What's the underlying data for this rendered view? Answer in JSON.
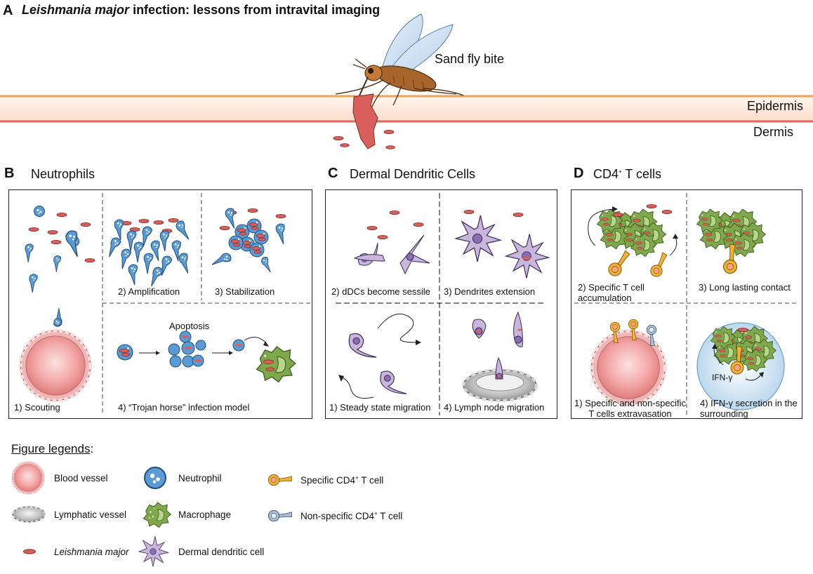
{
  "panel_a": {
    "letter": "A",
    "title_italic": "Leishmania major",
    "title_rest": " infection: lessons from intravital imaging",
    "bite_label": "Sand fly bite",
    "epidermis_label": "Epidermis",
    "dermis_label": "Dermis"
  },
  "panel_b": {
    "letter": "B",
    "title": "Neutrophils",
    "captions": {
      "scouting": "1) Scouting",
      "amplification": "2) Amplification",
      "stabilization": "3) Stabilization",
      "trojan": "4) “Trojan horse” infection model"
    },
    "apoptosis_label": "Apoptosis"
  },
  "panel_c": {
    "letter": "C",
    "title": "Dermal Dendritic Cells",
    "captions": {
      "steady": "1) Steady state migration",
      "sessile": "2) dDCs become sessile",
      "dendrites": "3) Dendrites extension",
      "lymph": "4) Lymph node migration"
    }
  },
  "panel_d": {
    "letter": "D",
    "title_main": "CD4",
    "title_sup": "+",
    "title_rest": " T cells",
    "captions": {
      "extravasation_1": "1) Specific and non-specific",
      "extravasation_2": "T cells extravasation",
      "accumulation_1": "2) Specific T cell",
      "accumulation_2": "accumulation",
      "contact": "3) Long lasting contact",
      "ifn_1": "4) IFN-γ secretion in the",
      "ifn_2": "surrounding"
    },
    "ifn_label": "IFN-γ"
  },
  "legend": {
    "heading": "Figure legends",
    "heading_suffix": ":",
    "blood_vessel": "Blood vessel",
    "lymphatic_vessel": "Lymphatic vessel",
    "leishmania": "Leishmania major",
    "neutrophil": "Neutrophil",
    "macrophage": "Macrophage",
    "dendritic_cell": "Dermal dendritic cell",
    "specific_t_main": "Specific CD4",
    "specific_t_sup": "+",
    "specific_t_rest": " T cell",
    "nonspecific_t_main": "Non-specific CD4",
    "nonspecific_t_sup": "+",
    "nonspecific_t_rest": " T cell"
  },
  "colors": {
    "epidermis_line": "#e8a15a",
    "dermis_line": "#e0655a",
    "parasite": "#d9605a",
    "neutrophil": "#5b9bd5",
    "macrophage": "#7fa84a",
    "dendritic": "#c9b6dd",
    "blood_vessel": "#f0a0a0",
    "specific_t": "#f2b233",
    "nonspecific_t": "#a9bcd6"
  }
}
